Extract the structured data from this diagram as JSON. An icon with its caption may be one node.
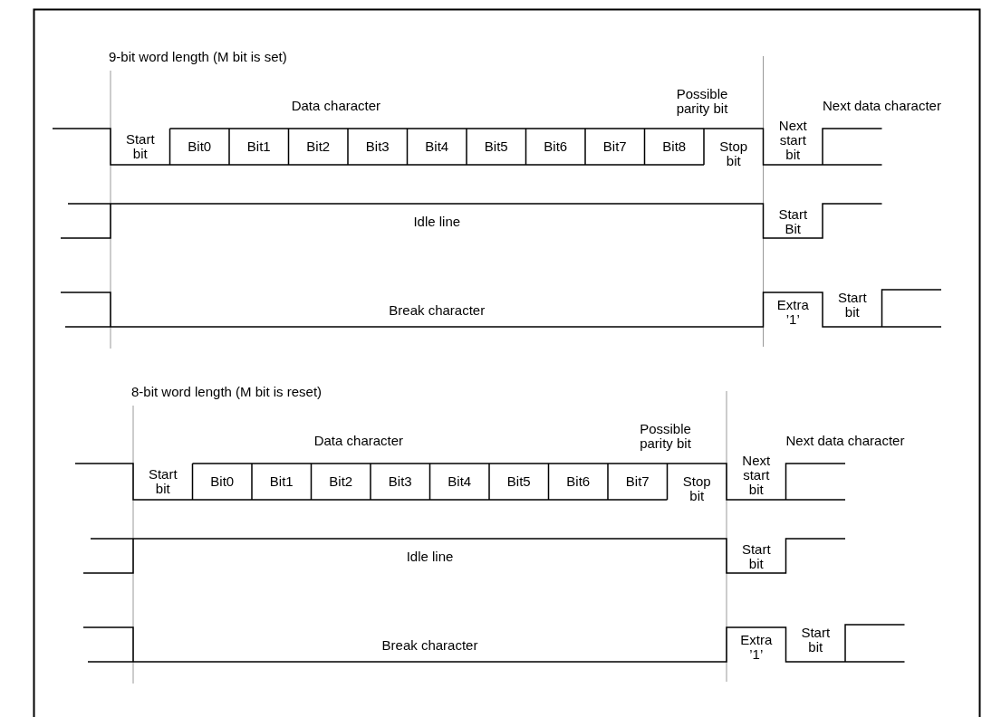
{
  "diagram": {
    "labels": [
      "9-bit word length (M bit is set)",
      "Data character",
      "Possible parity bit",
      "Next data character",
      "Start bit",
      "Next start bit",
      "Bit0",
      "Bit1",
      "Bit2",
      "Bit3",
      "Bit4",
      "Bit5",
      "Bit6",
      "Bit7",
      "Bit8",
      "Stop bit",
      "Idle line",
      "Start Bit",
      "Break character",
      "Extra ’1’",
      "Start bit",
      "8-bit word length (M bit is reset)",
      "Data character",
      "Possible parity bit",
      "Next data character",
      "Start bit",
      "Next start bit",
      "Bit0",
      "Bit1",
      "Bit2",
      "Bit3",
      "Bit4",
      "Bit5",
      "Bit6",
      "Bit7",
      "Stop bit",
      "Idle line",
      "Start bit",
      "Break character",
      "Extra ’1’",
      "Start bit"
    ]
  }
}
